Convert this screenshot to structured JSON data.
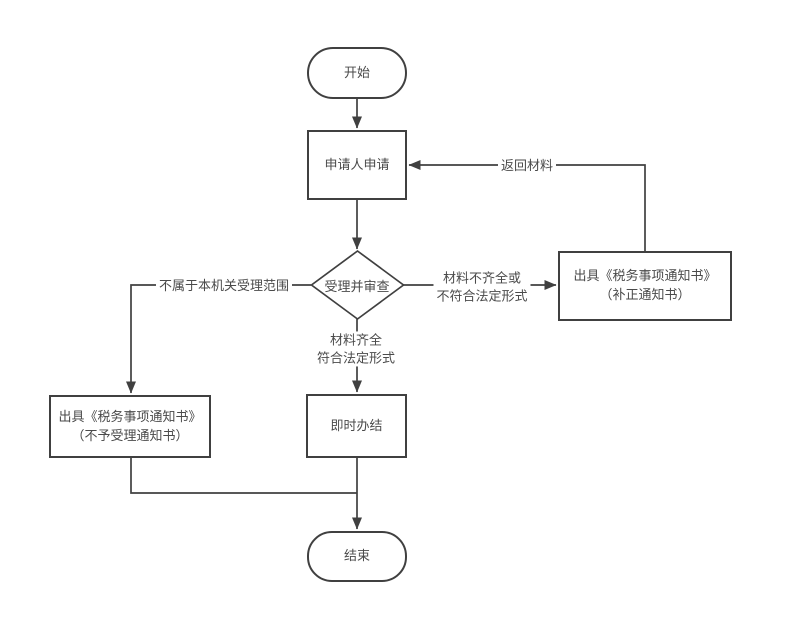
{
  "diagram": {
    "type": "flowchart",
    "colors": {
      "stroke": "#404040",
      "text": "#4a4a4a",
      "background": "#ffffff"
    },
    "nodes": {
      "start": {
        "label": "开始",
        "shape": "terminator"
      },
      "apply": {
        "label": "申请人申请",
        "shape": "process"
      },
      "review": {
        "label": "受理并审查",
        "shape": "decision"
      },
      "notify_correction": {
        "label": "出具《税务事项通知书》\n（补正通知书）",
        "shape": "process"
      },
      "notify_rejection": {
        "label": "出具《税务事项通知书》\n（不予受理通知书）",
        "shape": "process"
      },
      "immediate": {
        "label": "即时办结",
        "shape": "process"
      },
      "end": {
        "label": "结束",
        "shape": "terminator"
      }
    },
    "edge_labels": {
      "return_materials": "返回材料",
      "not_in_scope": "不属于本机关受理范围",
      "materials_incomplete": "材料不齐全或\n不符合法定形式",
      "materials_complete": "材料齐全\n符合法定形式"
    }
  }
}
